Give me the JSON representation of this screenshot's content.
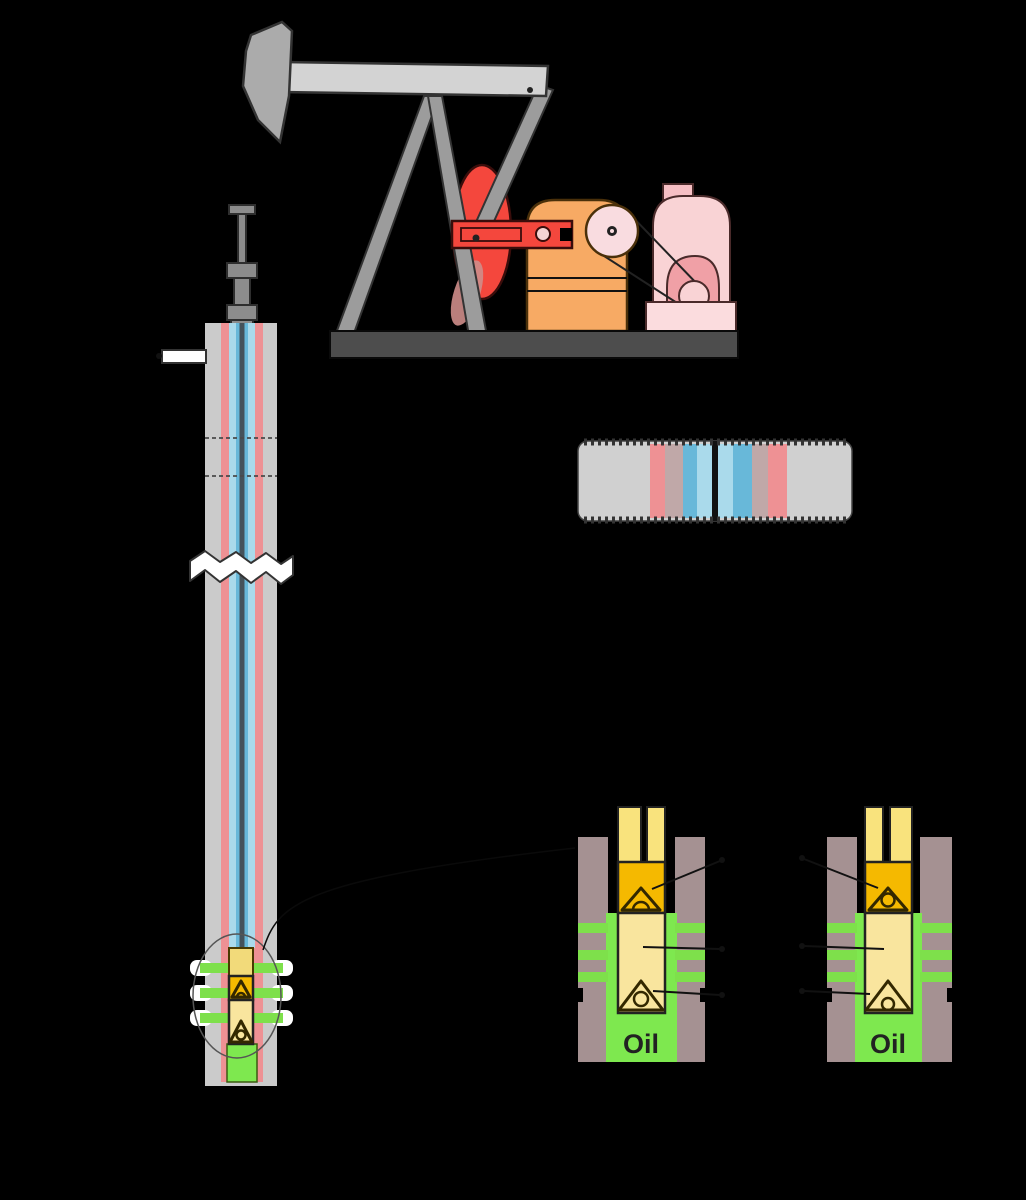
{
  "title": "Pumpjack and sucker-rod pump well diagram",
  "labels": {
    "oil_left": "Oil",
    "oil_right": "Oil"
  },
  "parts": [
    "horsehead",
    "walking-beam",
    "samson-post",
    "pitman-arm",
    "counterweight-crank",
    "gear-reducer",
    "belt-sheave",
    "motor",
    "polished-rod",
    "stuffing-box",
    "flow-line-outlet",
    "casing",
    "tubing",
    "sucker-rod",
    "depth-break",
    "perforations",
    "downhole-pump",
    "traveling-valve",
    "standing-valve",
    "oil-zone",
    "well-cross-section",
    "upstroke-detail",
    "downstroke-detail"
  ],
  "colors": {
    "bg": "#000000",
    "beam": "#D3D3D3",
    "horsehead": "#ABABAB",
    "leg": "#9C9C9C",
    "platform": "#4D4D4D",
    "crank-red": "#F4473D",
    "crank-shadow": "#CE8D89",
    "gearbox-orange": "#F7AA64",
    "sheave-pink": "#F9DCE0",
    "motor-pink": "#F9D3D5",
    "motor-cap": "#F6BFC4",
    "motor-arch": "#F0A0A6",
    "motor-base": "#FBDCDE",
    "wellhead-gray": "#8C8C8C",
    "casing": "#CBCBCB",
    "casing-pink": "#EE9194",
    "fluid-light-blue": "#AADAEB",
    "tubing-blue": "#68B8D9",
    "rod-dark": "#45525A",
    "break-white": "#FFFFFF",
    "perforation-green": "#7EE04B",
    "oil-green": "#7EE84F",
    "pump-tube-yellow": "#F2DA7A",
    "tube-yellow": "#F9E37D",
    "plunger-orange": "#F5B900",
    "barrel-yellow": "#F9E59E",
    "wall-mauve": "#A59192",
    "section-gray": "#D0D0D0",
    "section-mauve": "#C0A8A8",
    "outline": "#333333",
    "ink": "#111111",
    "valve-ink": "#332800",
    "oil-text": "#222222"
  }
}
